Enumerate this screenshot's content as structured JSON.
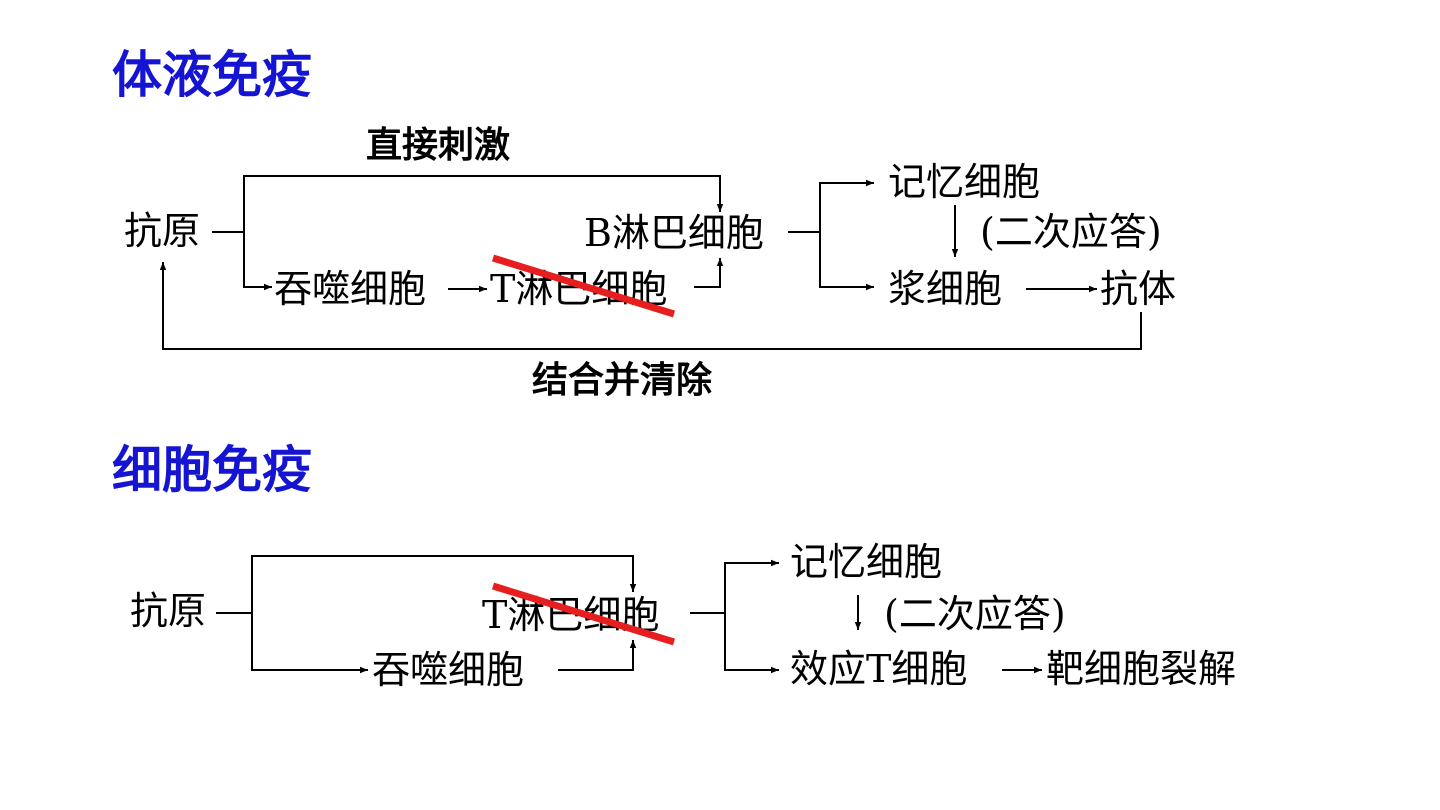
{
  "colors": {
    "heading": "#1414d2",
    "line": "#000000",
    "strike": "#e61e1e"
  },
  "humoral": {
    "title": "体液免疫",
    "antigen": "抗原",
    "direct_stimulation": "直接刺激",
    "b_cell": "B淋巴细胞",
    "macrophage": "吞噬细胞",
    "t_cell": "T淋巴细胞",
    "memory_cell": "记忆细胞",
    "secondary_response": "(二次应答)",
    "plasma_cell": "浆细胞",
    "antibody": "抗体",
    "bind_clear": "结合并清除"
  },
  "cellular": {
    "title": "细胞免疫",
    "antigen": "抗原",
    "t_cell": "T淋巴细胞",
    "macrophage": "吞噬细胞",
    "memory_cell": "记忆细胞",
    "secondary_response": "(二次应答)",
    "effector_t_cell": "效应T细胞",
    "target_lysis": "靶细胞裂解"
  }
}
